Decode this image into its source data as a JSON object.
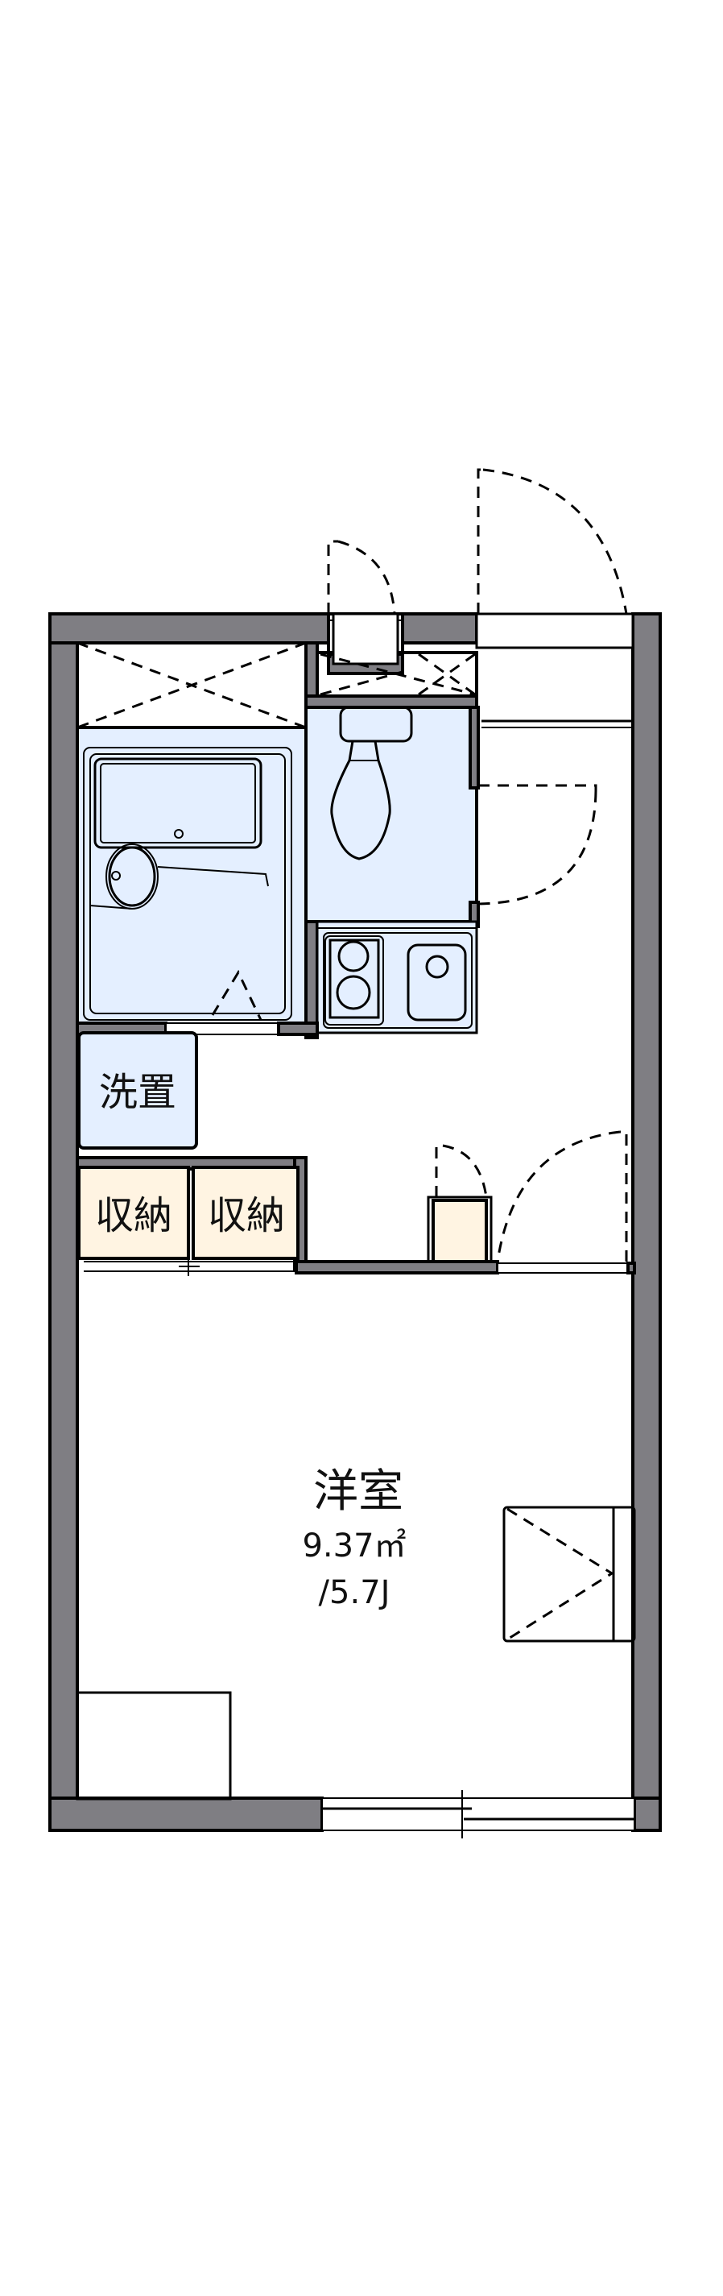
{
  "floor_plan": {
    "colors": {
      "wall": "#7f7e83",
      "wet_area": "#e4efff",
      "storage": "#fff4e2",
      "background": "#ffffff",
      "line": "#000000"
    },
    "rooms": {
      "western_room": {
        "name": "洋室",
        "area": "9.37㎡",
        "tatami": "/5.7J"
      },
      "washer_space": {
        "name": "洗置"
      },
      "storage_1": {
        "name": "収納"
      },
      "storage_2": {
        "name": "収納"
      }
    },
    "fixtures": [
      "bathtub-unit",
      "toilet",
      "kitchen-stove",
      "kitchen-sink",
      "shoe-cabinet",
      "balcony-window",
      "air-conditioner"
    ],
    "doors": [
      "entrance-door",
      "toilet-door",
      "room-door",
      "shoe-cabinet-door",
      "meter-box-door"
    ]
  }
}
